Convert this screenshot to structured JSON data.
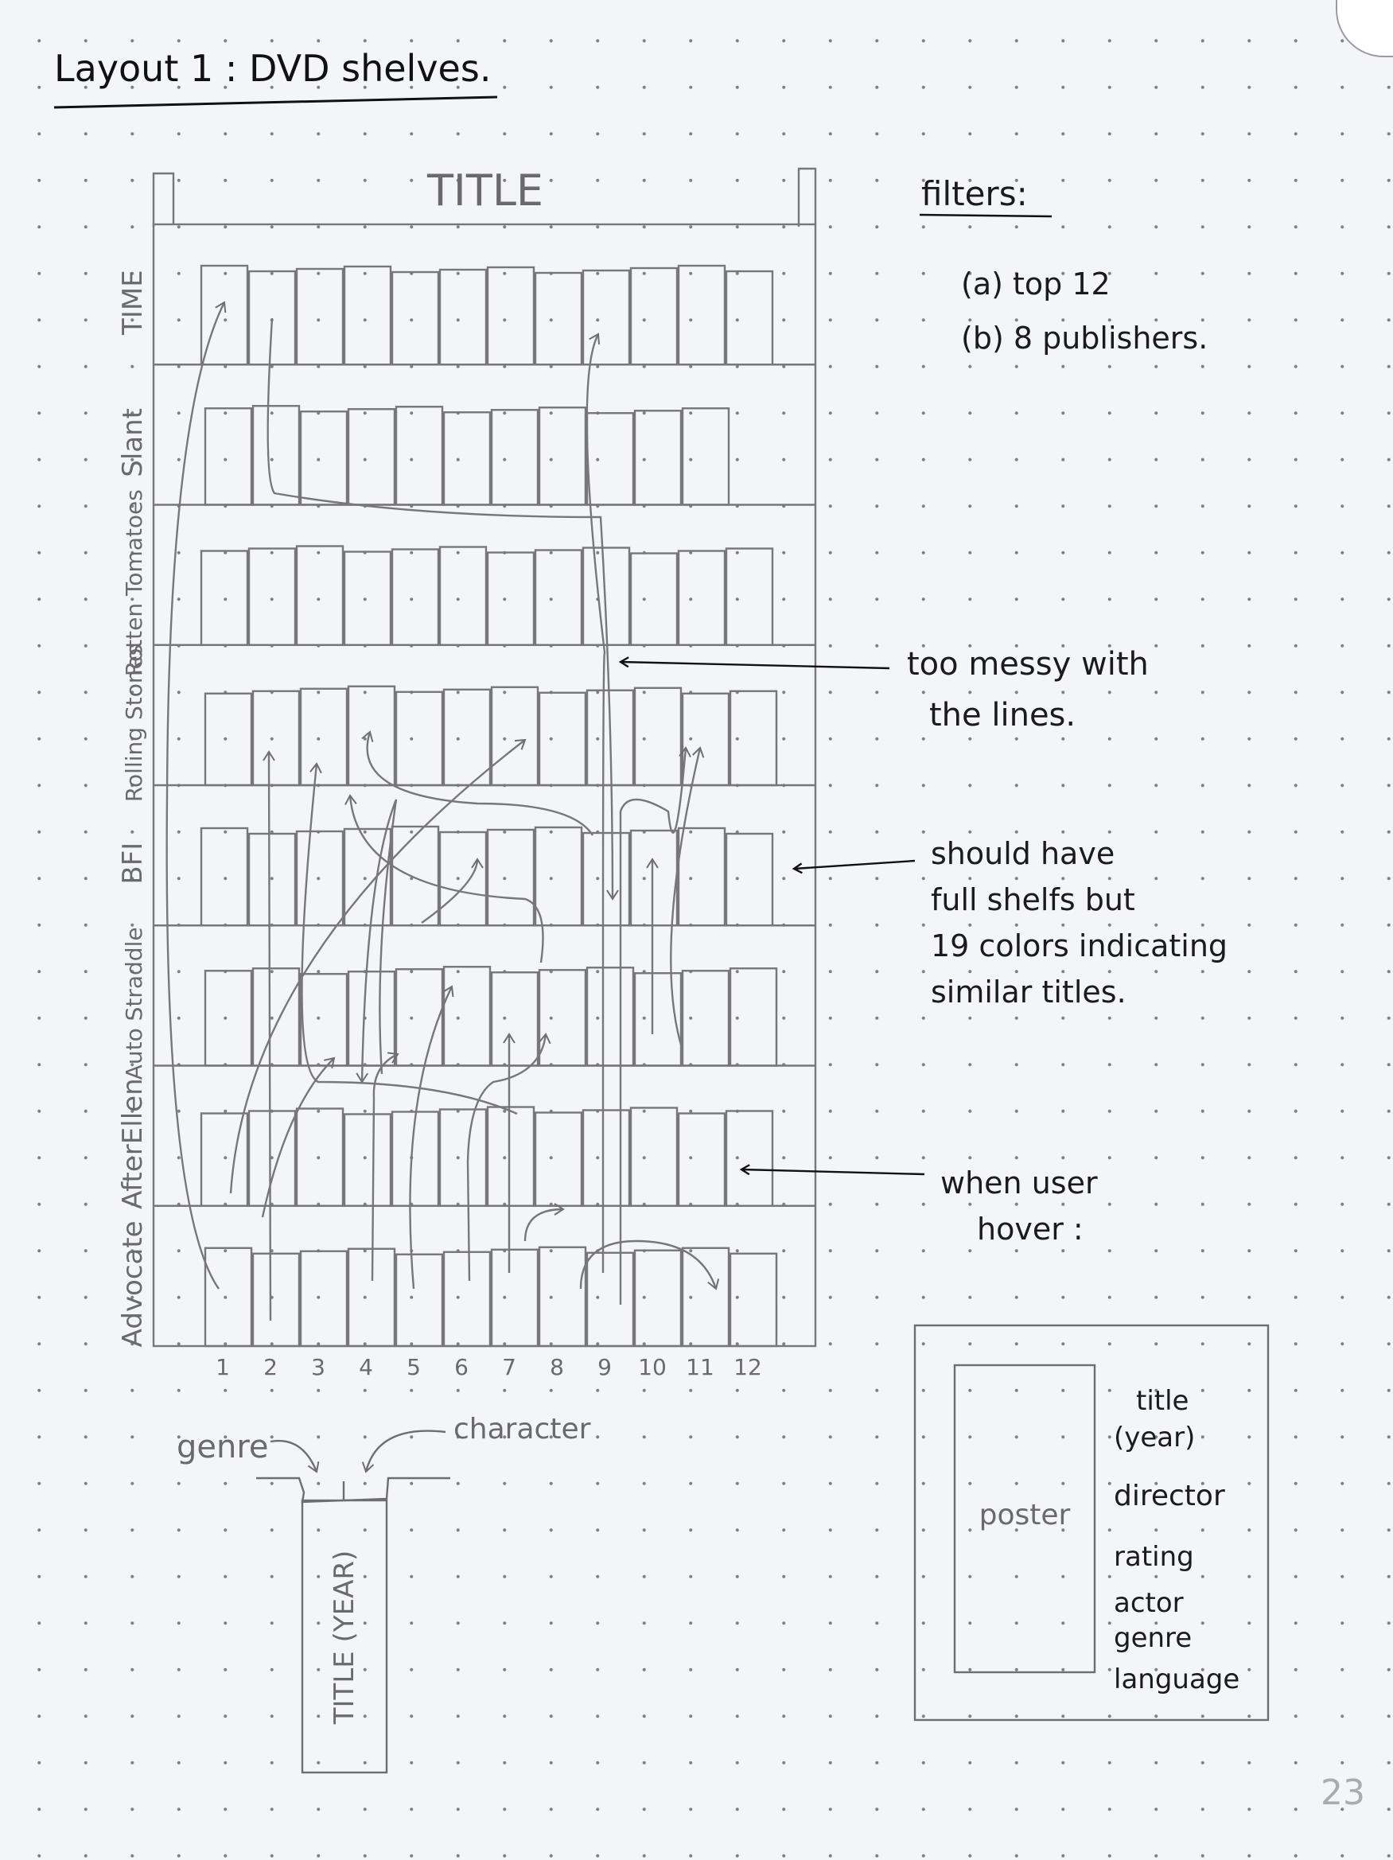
{
  "page_title": "Layout 1 : DVD shelves.",
  "shelf": {
    "title": "TITLE",
    "rows": [
      "TIME",
      "Slant",
      "Rotten Tomatoes",
      "Rolling Stones",
      "BFI",
      "Auto Straddle",
      "AfterEllen",
      "Advocate"
    ],
    "columns": [
      "1",
      "2",
      "3",
      "4",
      "5",
      "6",
      "7",
      "8",
      "9",
      "10",
      "11",
      "12"
    ]
  },
  "filters": {
    "heading": "filters:",
    "items": [
      "(a) top 12",
      "(b) 8 publishers."
    ]
  },
  "notes": {
    "messy": [
      "too messy with",
      "the lines."
    ],
    "full_shelves": [
      "should have",
      "full shelfs but",
      "19 colors indicating",
      "similar titles."
    ],
    "hover": [
      "when user",
      "hover :"
    ]
  },
  "spine": {
    "genre_label": "genre",
    "character_label": "character",
    "text": "TITLE (YEAR)"
  },
  "hover_card": {
    "poster_label": "poster",
    "fields": [
      "title",
      "(year)",
      "director",
      "rating",
      "actor",
      "genre",
      "language"
    ]
  },
  "page_number": "23"
}
